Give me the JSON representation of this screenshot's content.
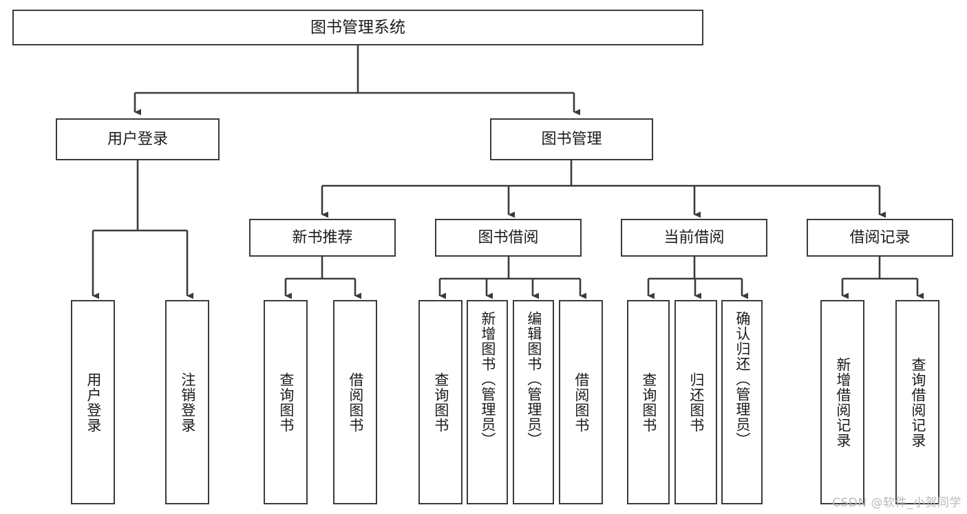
{
  "diagram": {
    "type": "hierarchy-tree",
    "title": "图书管理系统",
    "watermark": "CSDN @软件_小贺同学",
    "colors": {
      "background": "#ffffff",
      "border": "#3a3a3a",
      "text": "#1b1b1b",
      "edge": "#3a3a3a",
      "watermark": "#b9b9b9"
    },
    "levels": {
      "root": "图书管理系统",
      "level2": [
        "用户登录",
        "图书管理"
      ],
      "level3": [
        "新书推荐",
        "图书借阅",
        "当前借阅",
        "借阅记录"
      ]
    },
    "nodes": {
      "root": {
        "label": "图书管理系统"
      },
      "user_login": {
        "label": "用户登录"
      },
      "book_manage": {
        "label": "图书管理"
      },
      "new_book_rec": {
        "label": "新书推荐"
      },
      "book_borrow": {
        "label": "图书借阅"
      },
      "current_borrow": {
        "label": "当前借阅"
      },
      "borrow_record": {
        "label": "借阅记录"
      },
      "leaf_user_login": {
        "label": "用户登录"
      },
      "leaf_user_logout": {
        "label": "注销登录"
      },
      "leaf_rec_query": {
        "label": "查询图书"
      },
      "leaf_rec_borrow": {
        "label": "借阅图书"
      },
      "leaf_borrow_query": {
        "label": "查询图书"
      },
      "leaf_borrow_add": {
        "label": "新增图书（管理员）"
      },
      "leaf_borrow_edit": {
        "label": "编辑图书（管理员）"
      },
      "leaf_borrow_do": {
        "label": "借阅图书"
      },
      "leaf_cur_query": {
        "label": "查询图书"
      },
      "leaf_cur_return": {
        "label": "归还图书"
      },
      "leaf_cur_confirm": {
        "label": "确认归还（管理员）"
      },
      "leaf_rec_add": {
        "label": "新增借阅记录"
      },
      "leaf_rec_search": {
        "label": "查询借阅记录"
      }
    },
    "edges": [
      {
        "from": "root",
        "to": "user_login"
      },
      {
        "from": "root",
        "to": "book_manage"
      },
      {
        "from": "user_login",
        "to": "leaf_user_login"
      },
      {
        "from": "user_login",
        "to": "leaf_user_logout"
      },
      {
        "from": "book_manage",
        "to": "new_book_rec"
      },
      {
        "from": "book_manage",
        "to": "book_borrow"
      },
      {
        "from": "book_manage",
        "to": "current_borrow"
      },
      {
        "from": "book_manage",
        "to": "borrow_record"
      },
      {
        "from": "new_book_rec",
        "to": "leaf_rec_query"
      },
      {
        "from": "new_book_rec",
        "to": "leaf_rec_borrow"
      },
      {
        "from": "book_borrow",
        "to": "leaf_borrow_query"
      },
      {
        "from": "book_borrow",
        "to": "leaf_borrow_add"
      },
      {
        "from": "book_borrow",
        "to": "leaf_borrow_edit"
      },
      {
        "from": "book_borrow",
        "to": "leaf_borrow_do"
      },
      {
        "from": "current_borrow",
        "to": "leaf_cur_query"
      },
      {
        "from": "current_borrow",
        "to": "leaf_cur_return"
      },
      {
        "from": "current_borrow",
        "to": "leaf_cur_confirm"
      },
      {
        "from": "borrow_record",
        "to": "leaf_rec_add"
      },
      {
        "from": "borrow_record",
        "to": "leaf_rec_search"
      }
    ]
  }
}
